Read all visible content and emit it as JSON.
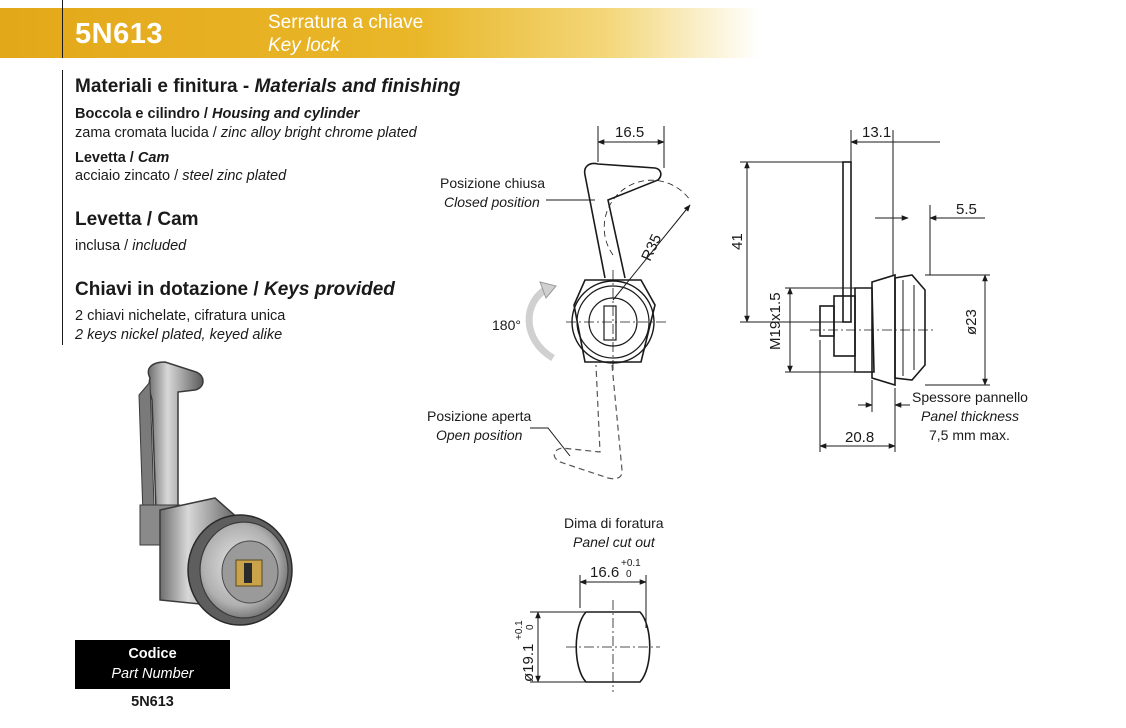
{
  "header": {
    "code": "5N613",
    "title_it": "Serratura a chiave",
    "title_en": "Key lock"
  },
  "materials": {
    "heading_it": "Materiali e finitura - ",
    "heading_en": "Materials and finishing",
    "housing_label_it": "Boccola e cilindro / ",
    "housing_label_en": "Housing and cylinder",
    "housing_value_it": "zama cromata lucida / ",
    "housing_value_en": "zinc alloy bright chrome plated",
    "cam_label_it": "Levetta / ",
    "cam_label_en": "Cam",
    "cam_value_it": "acciaio zincato / ",
    "cam_value_en": "steel zinc plated"
  },
  "cam_section": {
    "heading": "Levetta / Cam",
    "value_it": "inclusa / ",
    "value_en": "included"
  },
  "keys_section": {
    "heading_it": "Chiavi in dotazione / ",
    "heading_en": "Keys provided",
    "line1": "2 chiavi nichelate, cifratura unica",
    "line2": "2 keys nickel plated, keyed alike"
  },
  "front_view": {
    "closed_it": "Posizione chiusa",
    "closed_en": "Closed position",
    "open_it": "Posizione aperta",
    "open_en": "Open position",
    "rotation": "180°",
    "dim_width": "16.5",
    "dim_radius": "R35"
  },
  "side_view": {
    "dim_top": "13.1",
    "dim_offset": "5.5",
    "dim_height": "41",
    "dim_thread": "M19x1.5",
    "dim_diameter": "ø23",
    "dim_length": "20.8",
    "panel_it": "Spessore pannello",
    "panel_en": "Panel thickness",
    "panel_max": "7,5 mm max."
  },
  "cutout": {
    "title_it": "Dima di foratura",
    "title_en": "Panel cut out",
    "width": "16.6",
    "width_tol_upper": "+0.1",
    "width_tol_lower": "0",
    "height": "ø19.1",
    "height_tol_upper": "+0.1",
    "height_tol_lower": "0"
  },
  "part_number": {
    "label_it": "Codice",
    "label_en": "Part Number",
    "value": "5N613"
  }
}
